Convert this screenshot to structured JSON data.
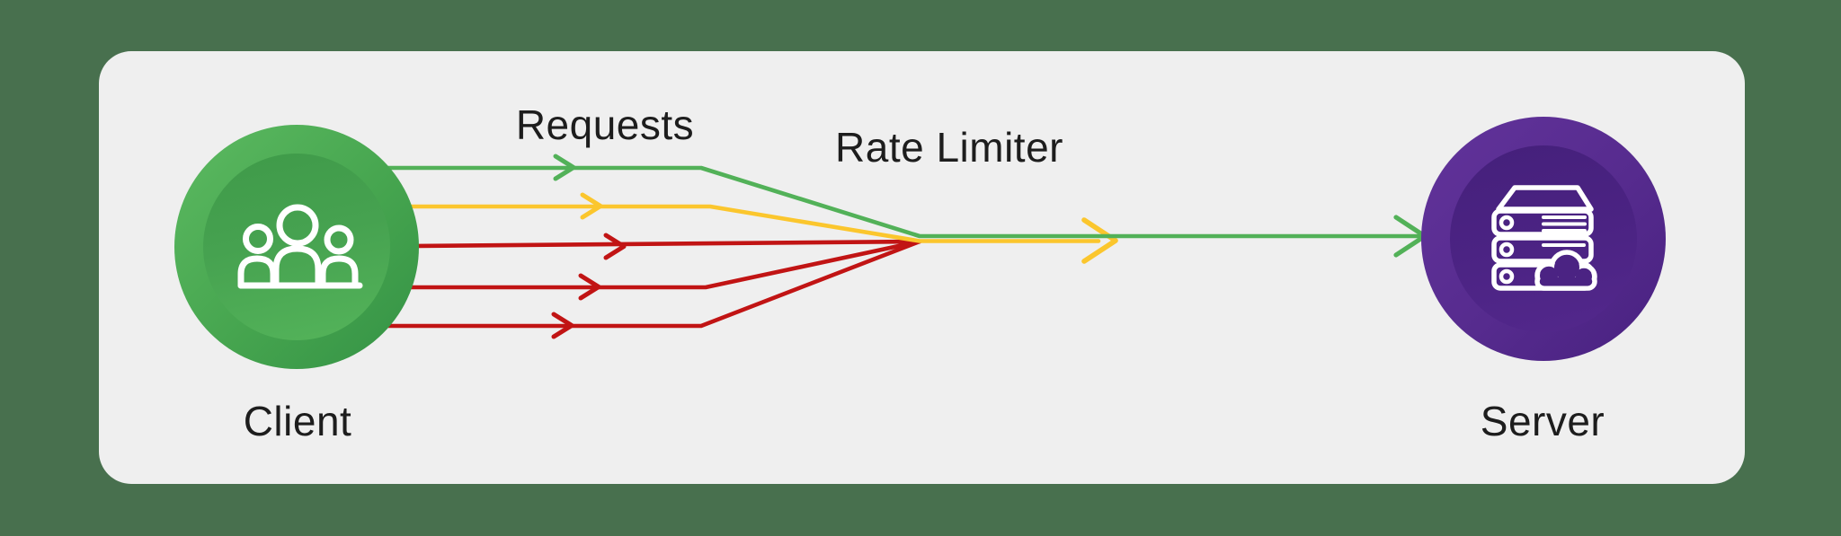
{
  "scene": {
    "background_color": "#48704e",
    "panel_color": "#efefef",
    "text_color": "#1d1d1d"
  },
  "labels": {
    "requests": "Requests",
    "rate_limiter": "Rate Limiter"
  },
  "client": {
    "label": "Client",
    "icon": "users-icon",
    "outer_color": "#46a54f",
    "inner_color": "#4aa852"
  },
  "server": {
    "label": "Server",
    "icon": "server-cloud-icon",
    "outer_color": "#562b8e",
    "inner_color": "#4b2383"
  },
  "flows": {
    "colors": {
      "allowed": "#52b158",
      "throttled": "#fbc62d",
      "rejected": "#c11414"
    },
    "incoming_requests": [
      {
        "id": 1,
        "status": "allowed"
      },
      {
        "id": 2,
        "status": "throttled"
      },
      {
        "id": 3,
        "status": "rejected"
      },
      {
        "id": 4,
        "status": "rejected"
      },
      {
        "id": 5,
        "status": "rejected"
      }
    ],
    "outgoing_requests": [
      {
        "status": "allowed"
      },
      {
        "status": "throttled"
      }
    ]
  }
}
